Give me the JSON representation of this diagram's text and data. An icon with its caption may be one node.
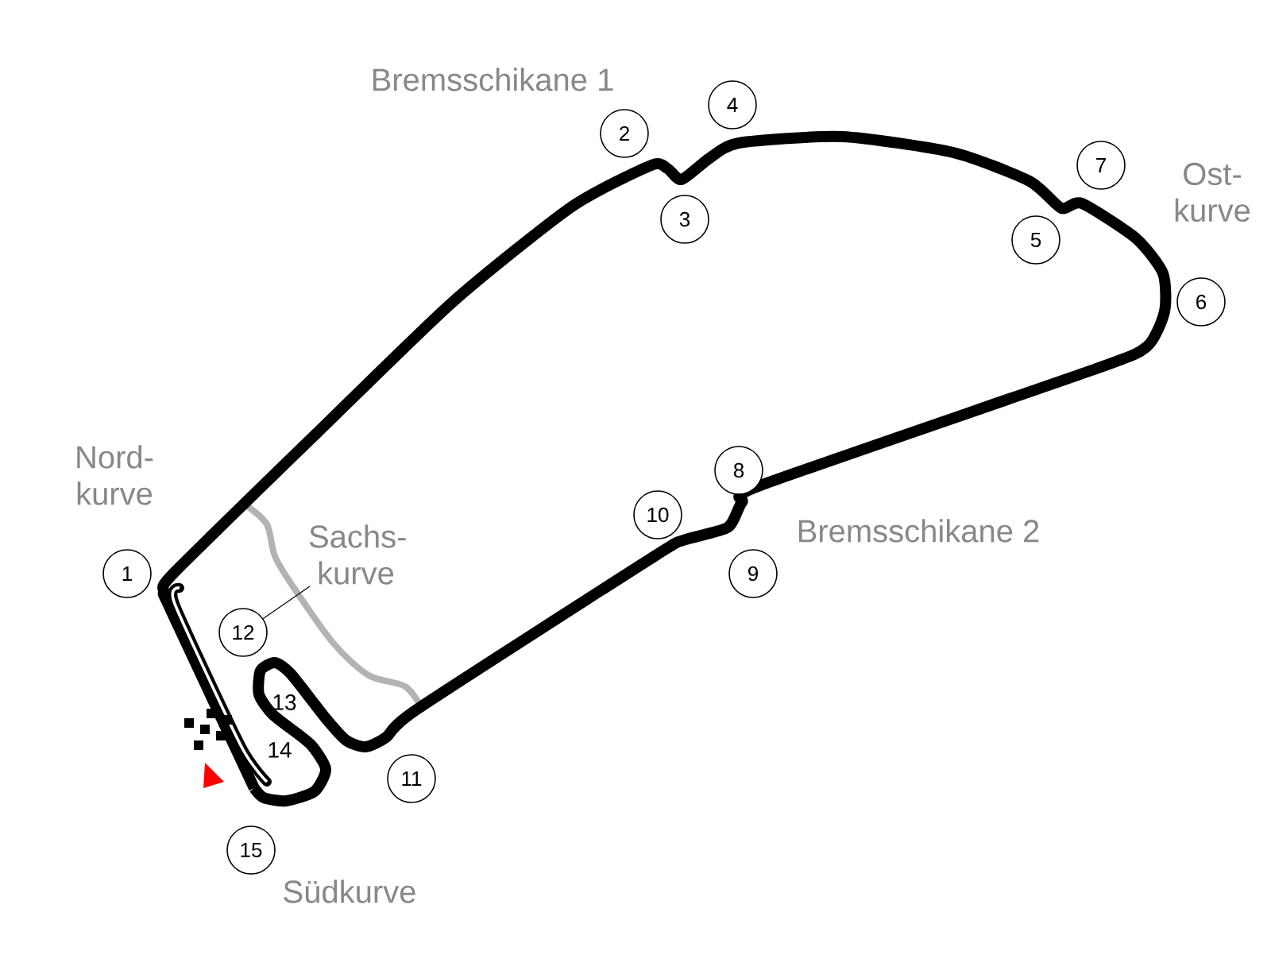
{
  "diagram": {
    "nodes": [
      {
        "text": [
          "1"
        ]
      },
      {
        "text": [
          "2"
        ]
      },
      {
        "text": [
          "3"
        ]
      },
      {
        "text": [
          "4"
        ]
      },
      {
        "text": [
          "5"
        ]
      },
      {
        "text": [
          "6"
        ]
      },
      {
        "text": [
          "7"
        ]
      },
      {
        "text": [
          "8"
        ]
      },
      {
        "text": [
          "9"
        ]
      },
      {
        "text": [
          "10"
        ]
      },
      {
        "text": [
          "11"
        ]
      },
      {
        "text": [
          "12"
        ]
      },
      {
        "text": [
          "15"
        ]
      },
      {
        "text": [
          "Sachs- kurve"
        ]
      }
    ],
    "edges": [
      {
        "from": 13,
        "to": 11,
        "arrow": "none"
      }
    ],
    "labels": [
      "Bremsschikane 1",
      "Ost- kurve",
      "Nord- kurve",
      "Bremsschikane 2",
      "13",
      "14",
      "Südkurve"
    ]
  }
}
